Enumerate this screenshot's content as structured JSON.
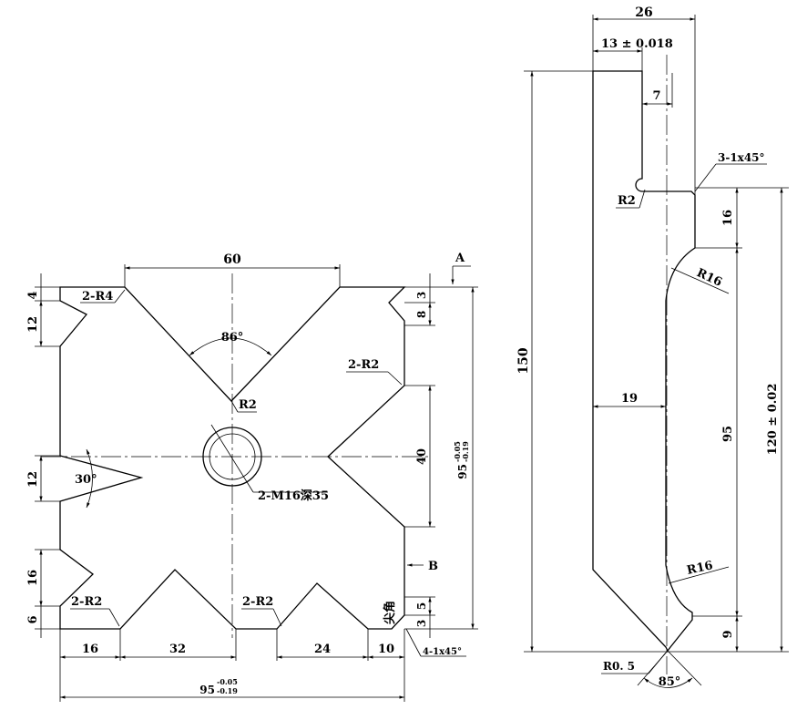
{
  "left_part": {
    "dims": {
      "top_width": "60",
      "left_top_fillet": "2-R4",
      "left_top_offset": "4",
      "left_top_notch": "12",
      "top_v_angle": "86°",
      "top_v_radius": "R2",
      "right_fillet_top": "2-R2",
      "right_top_offset": "3",
      "right_top_notch": "8",
      "right_v_height": "40",
      "overall_height": "95-0.05/-0.19",
      "left_v_height": "12",
      "left_v_angle": "30°",
      "center_hole": "2-M16深35",
      "left_bottom_notch": "16",
      "left_bottom_offset": "6",
      "bottom_fillet_left": "2-R2",
      "bottom_fillet_right": "2-R2",
      "corner_note": "尖角",
      "right_bottom_a": "5",
      "right_bottom_b": "3",
      "corner_chamfer": "4-1x45°",
      "bottom_seg1": "16",
      "bottom_seg2": "32",
      "bottom_seg3": "24",
      "bottom_seg4": "10",
      "overall_width": "95-0.05/-0.19"
    },
    "datum_a": "A",
    "datum_b": "B",
    "tolerance_upper": "-0.05",
    "tolerance_lower": "-0.19",
    "nominal_95": "95"
  },
  "right_part": {
    "dims": {
      "width": "26",
      "slot_width": "13 ± 0.018",
      "slot_offset": "7",
      "chamfer": "3-1x45°",
      "slot_radius": "R2",
      "step": "16",
      "fillet_upper": "R16",
      "total_height": "150",
      "neck_width": "19",
      "neck_height": "95",
      "height_tol": "120 ± 0.02",
      "fillet_lower": "R16",
      "tip_height": "9",
      "tip_radius": "R0. 5",
      "tip_angle": "85°"
    }
  }
}
